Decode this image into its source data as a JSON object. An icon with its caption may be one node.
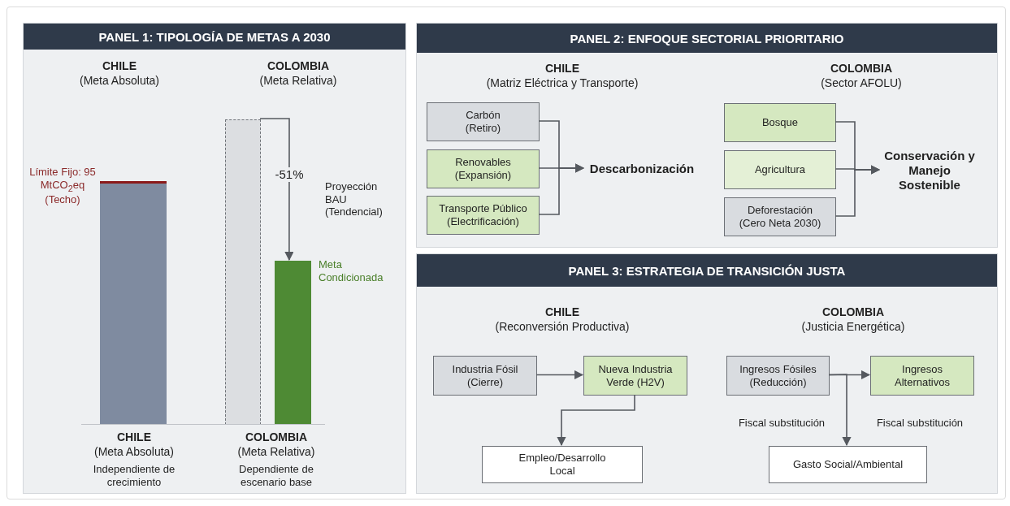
{
  "diagram": {
    "nodes": [
      {
        "text": [
          "PANEL 1: TIPOLOGÍA DE METAS A 2030"
        ]
      },
      {
        "text": [],
        "shape": "bar",
        "in": 0,
        "beside": [
          "Límite Fijo: 95 MtCO$_{2}$eq (Techo)"
        ]
      },
      {
        "text": [],
        "shape": "bar",
        "in": 0
      },
      {
        "text": [],
        "shape": "bar",
        "in": 0,
        "beside": [
          "Meta Condicionada"
        ]
      },
      {
        "text": [
          "PANEL 2: ENFOQUE SECTORIAL PRIORITARIO"
        ]
      },
      {
        "text": [
          "Carbón (Retiro)"
        ],
        "in": 4
      },
      {
        "text": [
          "Renovables (Expansión)"
        ],
        "in": 4
      },
      {
        "text": [
          "Transporte Público (Electrificación)"
        ],
        "in": 4
      },
      {
        "text": [
          "Descarbonización"
        ],
        "in": 4
      },
      {
        "text": [
          "Bosque"
        ],
        "in": 4
      },
      {
        "text": [
          "Agricultura"
        ],
        "in": 4
      },
      {
        "text": [
          "Deforestación (Cero Neta 2030)"
        ],
        "in": 4
      },
      {
        "text": [
          "Conservación y Manejo Sostenible"
        ],
        "in": 4
      },
      {
        "text": [
          "PANEL 3: ESTRATEGIA DE TRANSICIÓN JUSTA"
        ]
      },
      {
        "text": [
          "Industria Fósil (Cierre)"
        ],
        "in": 13
      },
      {
        "text": [
          "Nueva Industria Verde (H2V)"
        ],
        "in": 13
      },
      {
        "text": [
          "Empleo/Desarrollo Local"
        ],
        "in": 13
      },
      {
        "text": [
          "Ingresos Fósiles (Reducción)"
        ],
        "in": 13
      },
      {
        "text": [
          "Ingresos Alternativos"
        ],
        "in": 13
      },
      {
        "text": [
          "Gasto Social/Ambiental"
        ],
        "in": 13
      }
    ],
    "edges": [
      {
        "from": 2,
        "to": 3,
        "arrow": "to",
        "label": "-51%"
      },
      {
        "from": 5,
        "to": 8,
        "arrow": "to"
      },
      {
        "from": 6,
        "to": 8,
        "arrow": "to"
      },
      {
        "from": 7,
        "to": 8,
        "arrow": "to"
      },
      {
        "from": 9,
        "to": 12,
        "arrow": "to"
      },
      {
        "from": 10,
        "to": 12,
        "arrow": "to"
      },
      {
        "from": 11,
        "to": 12,
        "arrow": "to"
      },
      {
        "from": 14,
        "to": 15,
        "arrow": "to"
      },
      {
        "from": 15,
        "to": 16,
        "arrow": "to"
      },
      {
        "from": 17,
        "to": 18,
        "arrow": "to"
      },
      {
        "from": 17,
        "to": 19,
        "arrow": "to",
        "label": "Fiscal substitución"
      }
    ],
    "labels": [
      "CHILE",
      "(Meta Absoluta)",
      "COLOMBIA",
      "(Meta Relativa)",
      "CHILE",
      "(Meta Absoluta)",
      "COLOMBIA",
      "(Meta Relativa)",
      "Independiente de crecimiento",
      "Dependiente de escenario base",
      "Proyección BAU (Tendencial)",
      "CHILE",
      "(Matriz Eléctrica y Transporte)",
      "COLOMBIA",
      "(Sector AFOLU)",
      "CHILE",
      "(Reconversión Productiva)",
      "COLOMBIA",
      "(Justicia Energética)",
      "Fiscal substitución"
    ]
  }
}
